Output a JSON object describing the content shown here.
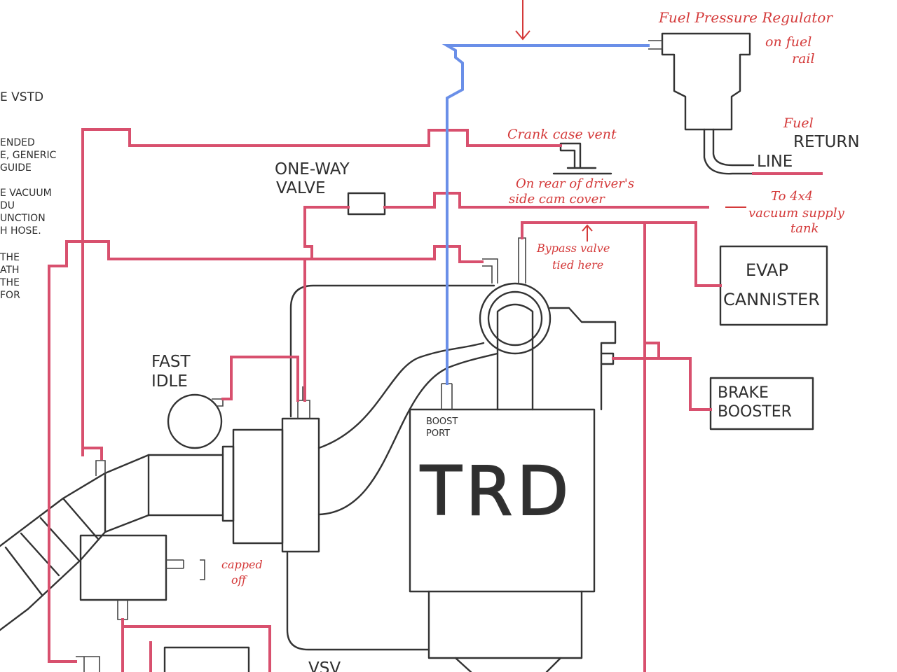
{
  "colors": {
    "vacuum_line": "#d8506e",
    "pressure_line": "#6a8fe8",
    "handwriting": "#d43a3a",
    "linework": "#333333",
    "paper": "#ffffff"
  },
  "engine": {
    "brand": "TRD"
  },
  "components": {
    "one_way_valve": [
      "ONE-WAY",
      "VALVE"
    ],
    "fast_idle": [
      "FAST",
      "IDLE"
    ],
    "boost_port": [
      "BOOST",
      "PORT"
    ],
    "evap_cannister": [
      "EVAP",
      "CANNISTER"
    ],
    "brake_booster": [
      "BRAKE",
      "BOOSTER"
    ],
    "fuel_return_line": [
      "RETURN",
      "LINE"
    ],
    "vsv": "VSV"
  },
  "annotations": {
    "fuel_pressure_regulator": [
      "Fuel Pressure Regulator",
      "on fuel",
      "rail"
    ],
    "fuel_word": "Fuel",
    "crank_case_vent": "Crank case vent",
    "cam_cover": [
      "On rear of driver's",
      "side cam cover"
    ],
    "vacuum_supply": [
      "To 4x4",
      "vacuum supply",
      "tank"
    ],
    "bypass_valve": [
      "Bypass valve",
      "tied here"
    ],
    "capped_off": [
      "capped",
      "off"
    ]
  },
  "left_margin_text": {
    "blue_fragment": "E VSTD",
    "black_fragments": [
      "ENDED",
      "E, GENERIC",
      "GUIDE",
      "E VACUUM",
      "DU",
      "UNCTION",
      "H HOSE.",
      "THE",
      "ATH",
      "THE",
      "FOR"
    ]
  }
}
